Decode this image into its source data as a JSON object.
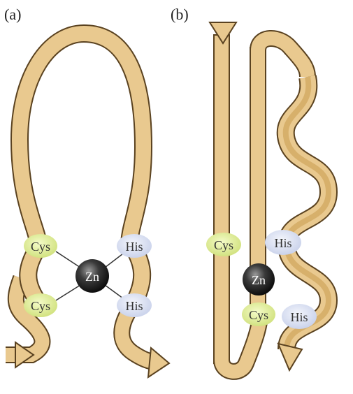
{
  "panels": [
    {
      "label": "(a)"
    },
    {
      "label": "(b)"
    }
  ],
  "residues": {
    "a": {
      "cys_top": "Cys",
      "cys_bottom": "Cys",
      "his_top": "His",
      "his_bottom": "His",
      "zn": "Zn"
    },
    "b": {
      "cys_top": "Cys",
      "cys_bottom": "Cys",
      "his_top": "His",
      "his_bottom": "His",
      "zn": "Zn"
    }
  },
  "colors": {
    "ribbon": "#e9c98f",
    "ribbon_dark": "#c99a4e",
    "ribbon_edge": "#5a4220",
    "cys_fill": "#e6f29a",
    "his_fill": "#dfe5f5",
    "zn_fill": "#333333"
  }
}
